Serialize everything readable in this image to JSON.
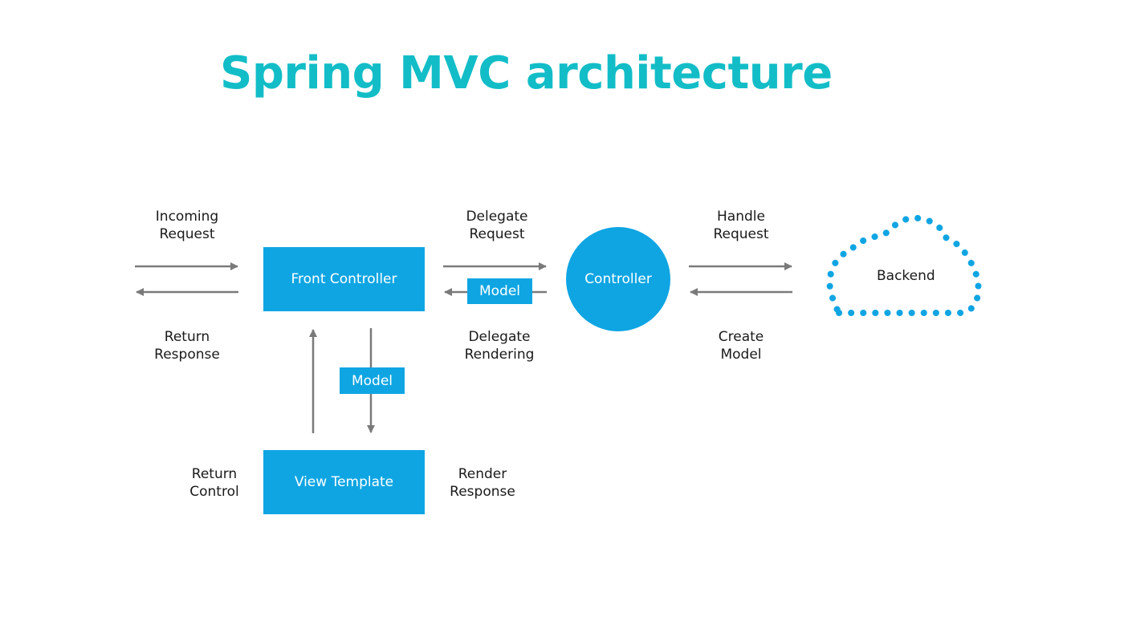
{
  "title": "Spring MVC architecture",
  "nodes": {
    "front_controller": "Front Controller",
    "controller": "Controller",
    "view_template": "View Template",
    "backend": "Backend",
    "model_top": "Model",
    "model_mid": "Model"
  },
  "labels": {
    "incoming_request": [
      "Incoming",
      "Request"
    ],
    "return_response": [
      "Return",
      "Response"
    ],
    "delegate_request": [
      "Delegate",
      "Request"
    ],
    "delegate_rendering": [
      "Delegate",
      "Rendering"
    ],
    "handle_request": [
      "Handle",
      "Request"
    ],
    "create_model": [
      "Create",
      "Model"
    ],
    "return_control": [
      "Return",
      "Control"
    ],
    "render_response": [
      "Render",
      "Response"
    ]
  },
  "colors": {
    "accent_blue": "#0fa5e3",
    "title_teal": "#12bdc7",
    "arrow_gray": "#7a7a7a"
  }
}
